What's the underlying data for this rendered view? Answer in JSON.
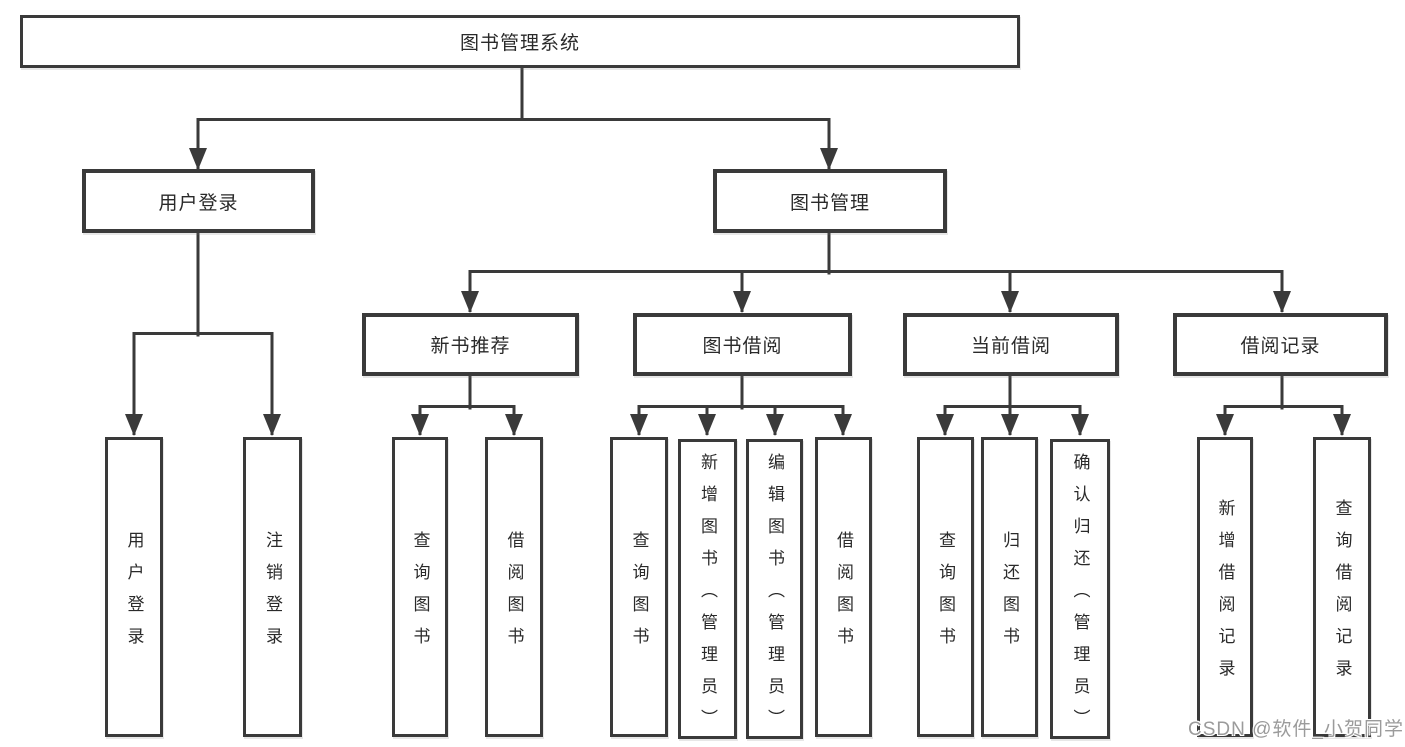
{
  "diagram": {
    "root": "图书管理系统",
    "branches": {
      "user_login": {
        "label": "用户登录",
        "children": {
          "login": "用户登录",
          "logout": "注销登录"
        }
      },
      "book_management": {
        "label": "图书管理",
        "children": {
          "new_book_recommend": {
            "label": "新书推荐",
            "children": {
              "query_book": "查询图书",
              "borrow_book": "借阅图书"
            }
          },
          "book_borrowing": {
            "label": "图书借阅",
            "children": {
              "query_book": "查询图书",
              "add_book": "新增图书（管理员）",
              "edit_book": "编辑图书（管理员）",
              "borrow_book": "借阅图书"
            }
          },
          "current_borrowing": {
            "label": "当前借阅",
            "children": {
              "query_book": "查询图书",
              "return_book": "归还图书",
              "confirm_return": "确认归还（管理员）"
            }
          },
          "borrowing_records": {
            "label": "借阅记录",
            "children": {
              "add_record": "新增借阅记录",
              "query_record": "查询借阅记录"
            }
          }
        }
      }
    }
  },
  "watermark": "CSDN @软件_小贺同学",
  "colors": {
    "line": "#3a3a3a",
    "text": "#2a2a2a",
    "background": "#ffffff",
    "watermark": "#9b9b9b"
  }
}
